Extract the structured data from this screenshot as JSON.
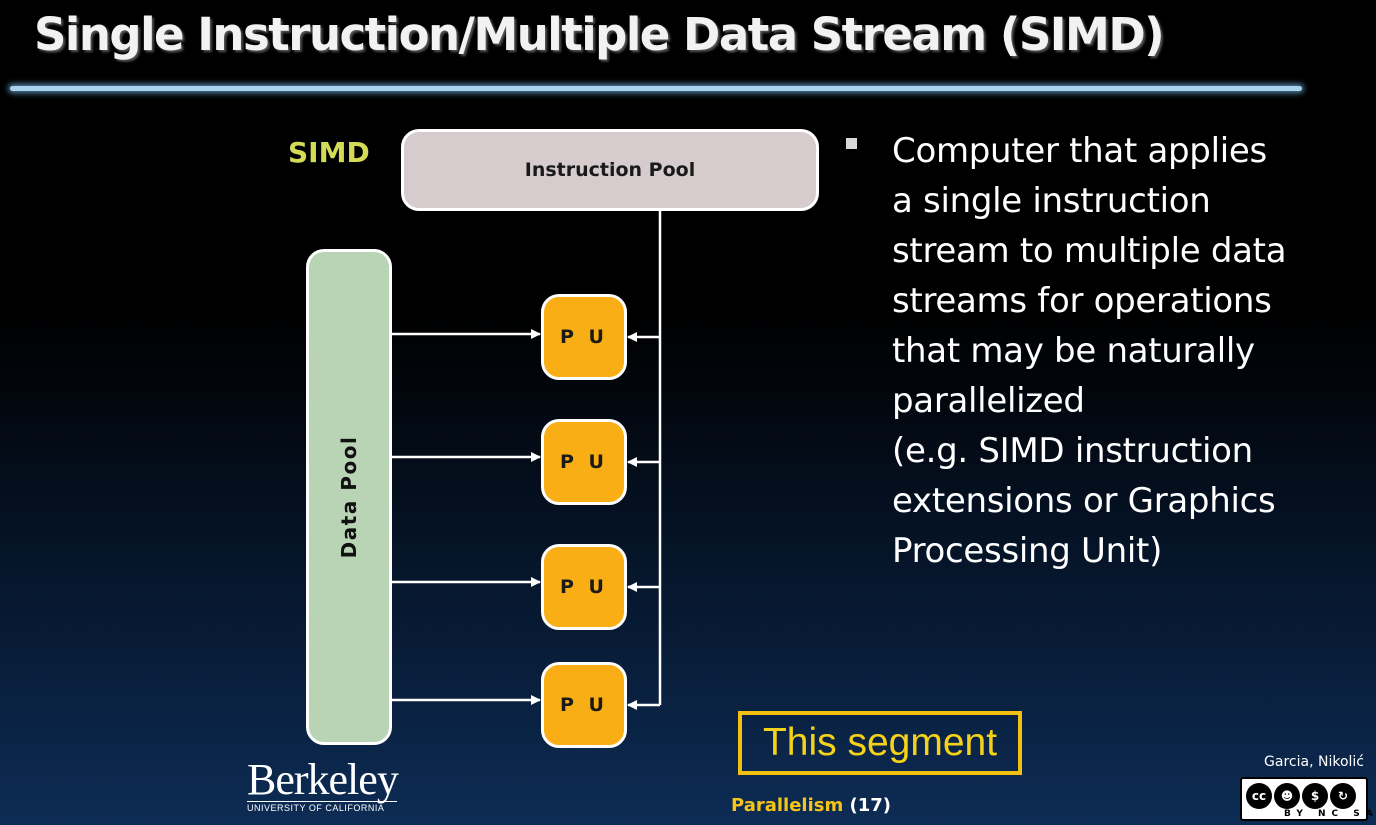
{
  "title": "Single Instruction/Multiple Data Stream (SIMD)",
  "diagram": {
    "label": "SIMD",
    "instruction_pool": "Instruction Pool",
    "data_pool": "Data Pool",
    "processing_units": [
      "P U",
      "P U",
      "P U",
      "P U"
    ]
  },
  "bullet": {
    "lines": [
      "Computer that  applies",
      "a single instruction",
      "stream to multiple data",
      "streams for operations",
      "that may be naturally",
      "parallelized",
      "(e.g. SIMD instruction",
      "extensions or Graphics",
      "Processing Unit)"
    ]
  },
  "segment_label": "This segment",
  "footer": {
    "logo_word": "Berkeley",
    "logo_sub": "UNIVERSITY OF CALIFORNIA",
    "topic": "Parallelism",
    "page": "(17)",
    "authors": "Garcia, Nikolić",
    "license_terms": "BY NC SA"
  },
  "colors": {
    "simd_label": "#d4dc56",
    "instruction_pool": "#d6ccce",
    "data_pool": "#b9d4b5",
    "processing_unit": "#f8ae14",
    "segment_box": "#f2c10f",
    "title_rule": "#a9d2ee"
  }
}
